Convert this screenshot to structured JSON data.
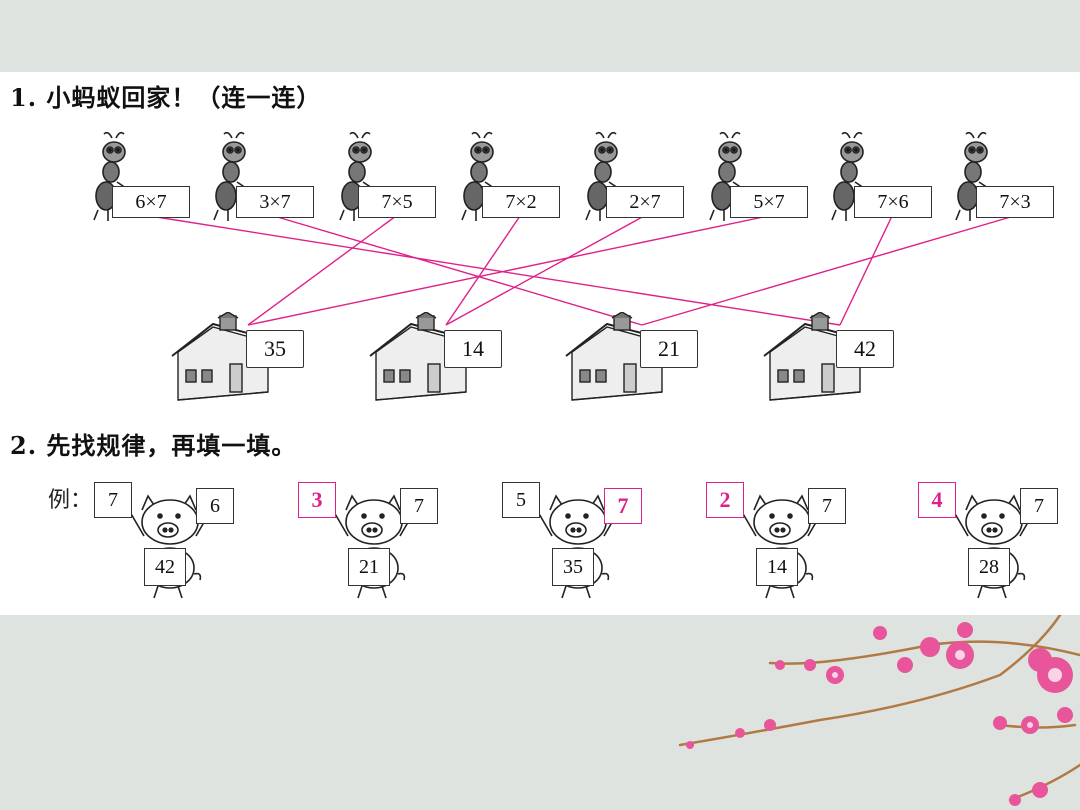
{
  "q1": {
    "title": "1. 小蚂蚁回家！（连一连）",
    "ants": [
      {
        "label": "6×7",
        "answer": 42
      },
      {
        "label": "3×7",
        "answer": 21
      },
      {
        "label": "7×5",
        "answer": 35
      },
      {
        "label": "7×2",
        "answer": 14
      },
      {
        "label": "2×7",
        "answer": 14
      },
      {
        "label": "5×7",
        "answer": 35
      },
      {
        "label": "7×6",
        "answer": 42
      },
      {
        "label": "7×3",
        "answer": 21
      }
    ],
    "houses": [
      "35",
      "14",
      "21",
      "42"
    ],
    "line_color": "#e0208a"
  },
  "q2": {
    "title": "2. 先找规律，再填一填。",
    "example_label": "例：",
    "pigs": [
      {
        "left": "7",
        "right": "6",
        "product": "42",
        "answer_side": "none"
      },
      {
        "left": "3",
        "right": "7",
        "product": "21",
        "answer_side": "left"
      },
      {
        "left": "5",
        "right": "7",
        "product": "35",
        "answer_side": "right"
      },
      {
        "left": "2",
        "right": "7",
        "product": "14",
        "answer_side": "left"
      },
      {
        "left": "4",
        "right": "7",
        "product": "28",
        "answer_side": "left"
      }
    ],
    "answer_color": "#e0208a"
  },
  "colors": {
    "background_band": "#dfe3e0",
    "content": "#ffffff",
    "blossom": "#e8559a"
  }
}
